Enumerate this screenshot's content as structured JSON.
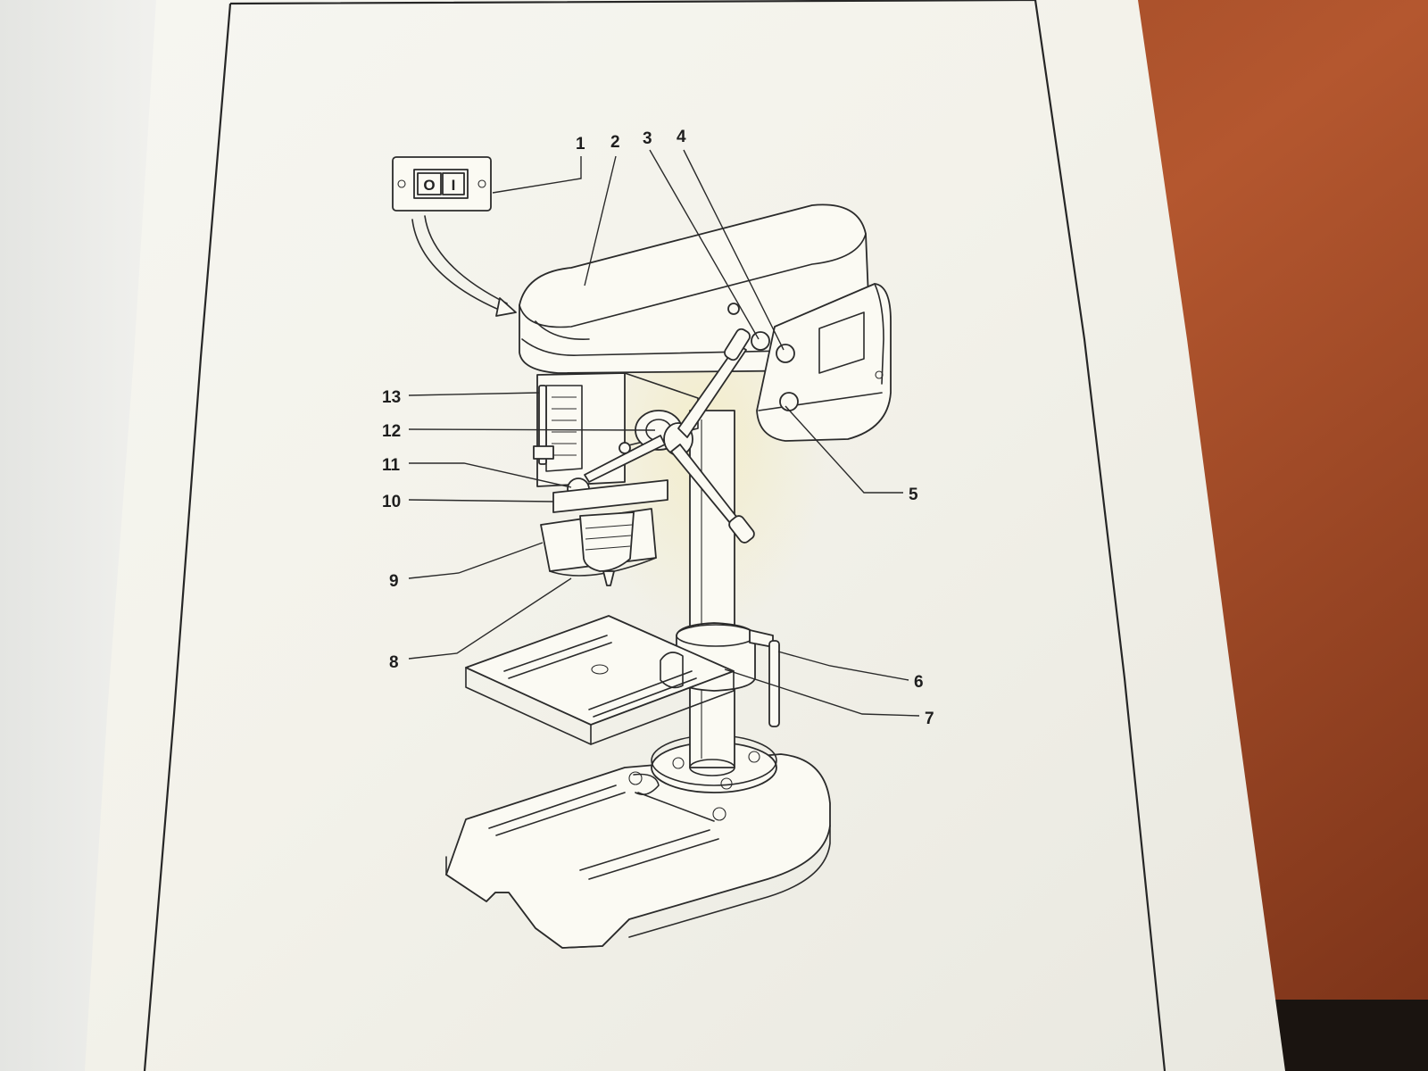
{
  "diagram": {
    "switch_symbols": {
      "off": "O",
      "on": "I"
    },
    "callouts": [
      "1",
      "2",
      "3",
      "4",
      "5",
      "6",
      "7",
      "8",
      "9",
      "10",
      "11",
      "12",
      "13"
    ]
  },
  "colors": {
    "desk": "#b45a34",
    "paper": "#f4f3ec",
    "ink": "#2b2b2b",
    "left_page": "#eeeeea"
  }
}
